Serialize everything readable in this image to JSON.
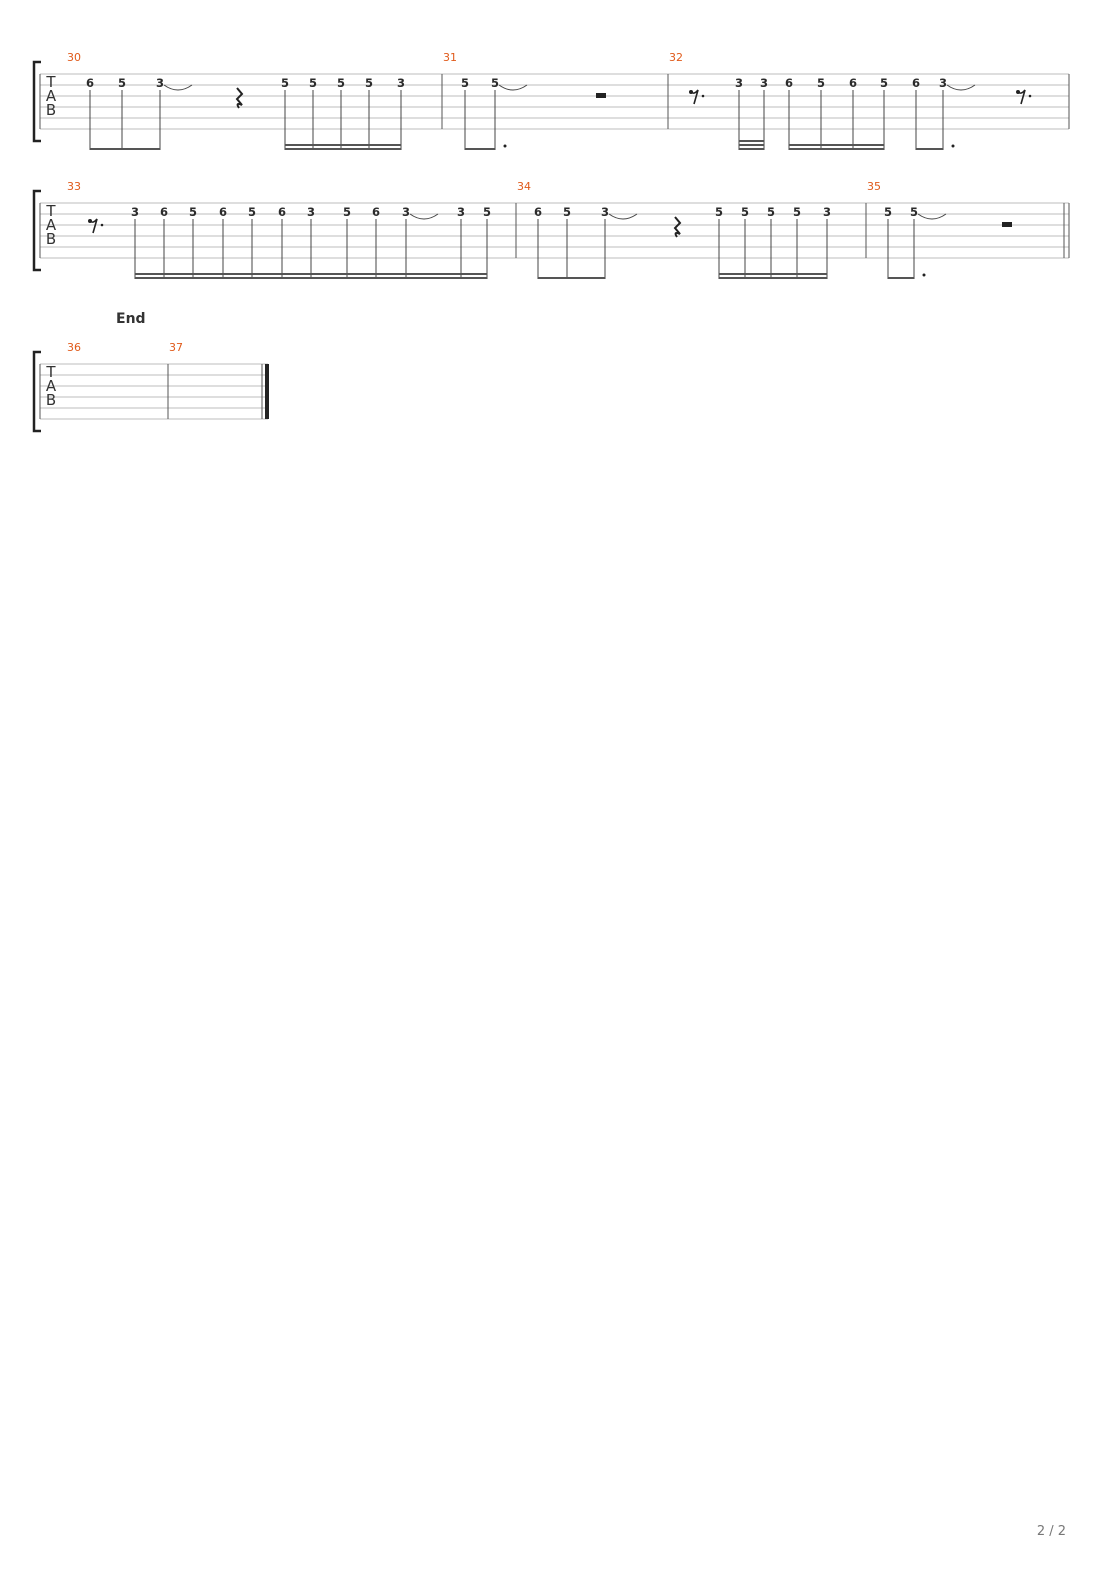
{
  "document": {
    "kind": "guitar-tablature",
    "page_indicator": "2 / 2"
  },
  "clef_letters": [
    "T",
    "A",
    "B"
  ],
  "section_marker": "End",
  "systems": [
    {
      "measures": [
        {
          "number": "30",
          "notes": [
            {
              "fret": "6",
              "beam": "8"
            },
            {
              "fret": "5",
              "beam": "8"
            },
            {
              "fret": "3",
              "beam": "8",
              "tie": true
            },
            {
              "rest": "quarter"
            },
            {
              "fret": "5",
              "beam": "16"
            },
            {
              "fret": "5",
              "beam": "16"
            },
            {
              "fret": "5",
              "beam": "16"
            },
            {
              "fret": "5",
              "beam": "16"
            },
            {
              "fret": "3",
              "beam": "16"
            }
          ]
        },
        {
          "number": "31",
          "notes": [
            {
              "fret": "5",
              "beam": "8"
            },
            {
              "fret": "5",
              "beam": "8",
              "dotted": true,
              "tie": true
            },
            {
              "rest": "half"
            }
          ]
        },
        {
          "number": "32",
          "notes": [
            {
              "rest": "dotted-eighth"
            },
            {
              "fret": "3",
              "beam": "32"
            },
            {
              "fret": "3",
              "beam": "32"
            },
            {
              "fret": "6",
              "beam": "16"
            },
            {
              "fret": "5",
              "beam": "16"
            },
            {
              "fret": "6",
              "beam": "16"
            },
            {
              "fret": "5",
              "beam": "16"
            },
            {
              "fret": "6",
              "beam": "8"
            },
            {
              "fret": "3",
              "beam": "8",
              "dotted": true,
              "tie": true
            },
            {
              "rest": "dotted-eighth"
            }
          ]
        }
      ]
    },
    {
      "measures": [
        {
          "number": "33",
          "notes": [
            {
              "rest": "dotted-eighth"
            },
            {
              "fret": "3",
              "beam": "16"
            },
            {
              "fret": "6",
              "beam": "16"
            },
            {
              "fret": "5",
              "beam": "16"
            },
            {
              "fret": "6",
              "beam": "16"
            },
            {
              "fret": "5",
              "beam": "16"
            },
            {
              "fret": "6",
              "beam": "16"
            },
            {
              "fret": "3",
              "beam": "16"
            },
            {
              "fret": "5",
              "beam": "16"
            },
            {
              "fret": "6",
              "beam": "16"
            },
            {
              "fret": "3",
              "beam": "16",
              "tie": true
            },
            {
              "fret": "3",
              "beam": "16"
            },
            {
              "fret": "5",
              "beam": "16"
            }
          ]
        },
        {
          "number": "34",
          "notes": [
            {
              "fret": "6",
              "beam": "8"
            },
            {
              "fret": "5",
              "beam": "8"
            },
            {
              "fret": "3",
              "beam": "8",
              "tie": true
            },
            {
              "rest": "quarter"
            },
            {
              "fret": "5",
              "beam": "16"
            },
            {
              "fret": "5",
              "beam": "16"
            },
            {
              "fret": "5",
              "beam": "16"
            },
            {
              "fret": "5",
              "beam": "16"
            },
            {
              "fret": "3",
              "beam": "16"
            }
          ]
        },
        {
          "number": "35",
          "notes": [
            {
              "fret": "5",
              "beam": "8"
            },
            {
              "fret": "5",
              "beam": "8",
              "dotted": true,
              "tie": true
            },
            {
              "rest": "half"
            }
          ]
        }
      ]
    },
    {
      "measures": [
        {
          "number": "36",
          "notes": []
        },
        {
          "number": "37",
          "notes": []
        }
      ]
    }
  ]
}
